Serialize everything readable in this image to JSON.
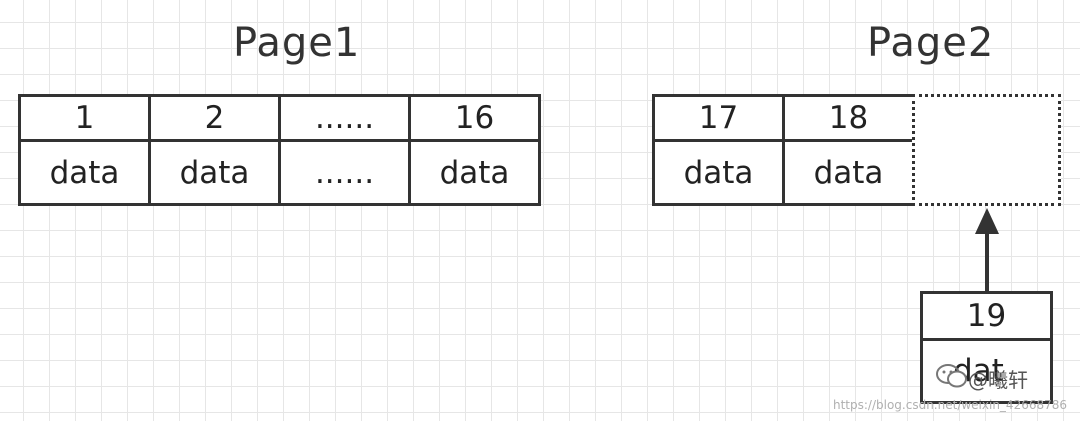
{
  "page1": {
    "title": "Page1",
    "headers": [
      "1",
      "2",
      "......",
      "16"
    ],
    "rows": [
      "data",
      "data",
      "......",
      "data"
    ]
  },
  "page2": {
    "title": "Page2",
    "headers": [
      "17",
      "18"
    ],
    "rows": [
      "data",
      "data"
    ]
  },
  "new_record": {
    "header": "19",
    "row": "dat"
  },
  "watermark": {
    "icon": "wechat-icon",
    "text": "@曦轩",
    "url": "https://blog.csdn.net/weixin_42668786"
  },
  "colors": {
    "border": "#333333",
    "grid": "#e6e6e6",
    "background": "#ffffff"
  }
}
